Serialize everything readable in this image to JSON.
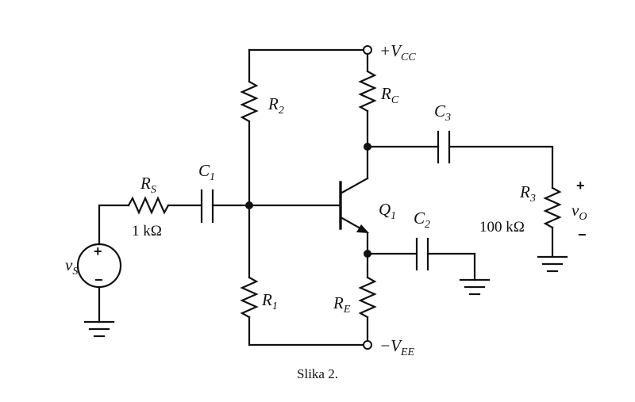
{
  "caption": "Slika 2.",
  "supply": {
    "vcc_main": "+V",
    "vcc_sub": "CC",
    "vee_main": "−V",
    "vee_sub": "EE"
  },
  "components": {
    "RS": {
      "main": "R",
      "sub": "S",
      "value": "1 kΩ"
    },
    "C1": {
      "main": "C",
      "sub": "1"
    },
    "R2": {
      "main": "R",
      "sub": "2"
    },
    "R1": {
      "main": "R",
      "sub": "1"
    },
    "RC": {
      "main": "R",
      "sub": "C"
    },
    "RE": {
      "main": "R",
      "sub": "E"
    },
    "C3": {
      "main": "C",
      "sub": "3"
    },
    "C2": {
      "main": "C",
      "sub": "2"
    },
    "Q1": {
      "main": "Q",
      "sub": "1"
    },
    "R3": {
      "main": "R",
      "sub": "3",
      "value": "100 kΩ"
    },
    "vs": {
      "main": "v",
      "sub": "S"
    },
    "vo": {
      "main": "v",
      "sub": "O"
    }
  },
  "signs": {
    "plus": "+",
    "minus": "−"
  }
}
